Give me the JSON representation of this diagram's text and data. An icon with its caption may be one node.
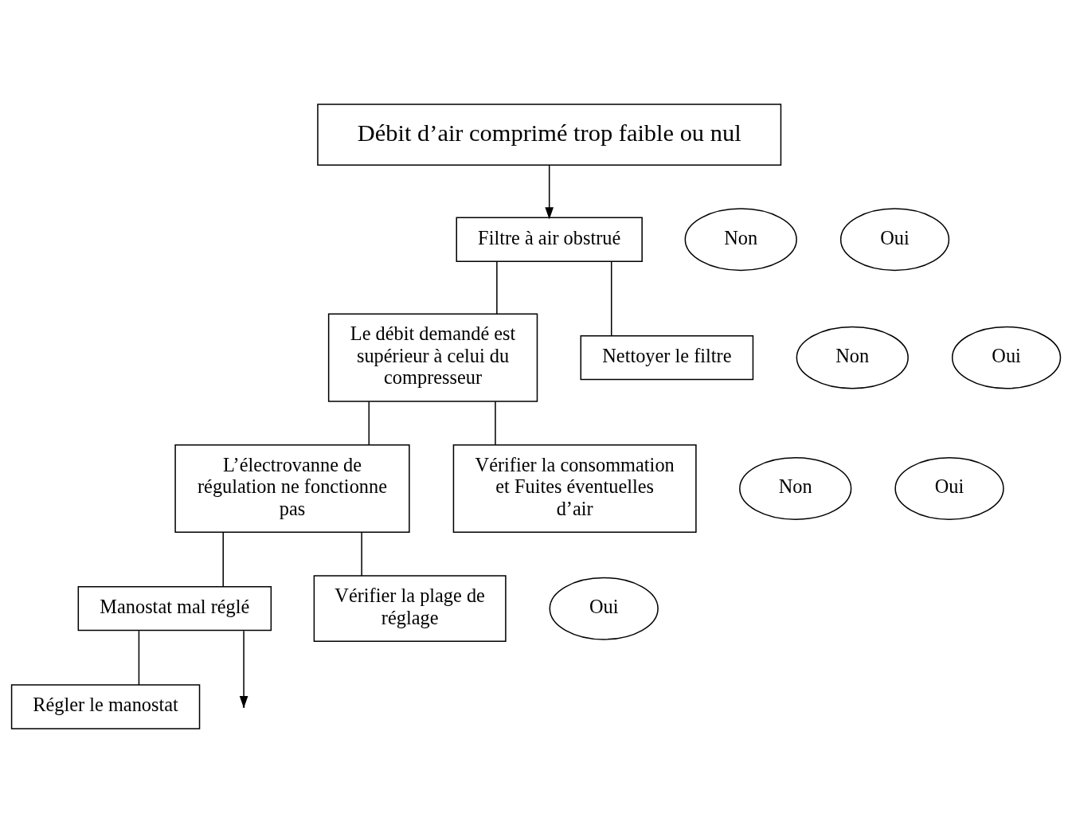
{
  "diagram": {
    "nodes": [
      {
        "text": [
          "Débit d’air comprimé trop faible ou nul"
        ]
      },
      {
        "text": [
          "Non"
        ]
      },
      {
        "text": [
          "Filtre à air obstrué"
        ]
      },
      {
        "text": [
          "Oui"
        ]
      },
      {
        "text": [
          "Non"
        ]
      },
      {
        "text": [
          "Le débit demandé est supérieur à celui du compresseur"
        ]
      },
      {
        "text": [
          "Oui"
        ]
      },
      {
        "text": [
          "Nettoyer le filtre"
        ]
      },
      {
        "text": [
          "Non"
        ]
      },
      {
        "text": [
          "L’électrovanne de régulation ne fonctionne pas"
        ]
      },
      {
        "text": [
          "Oui"
        ]
      },
      {
        "text": [
          "Vérifier la consommation et Fuites éventuelles d’air"
        ]
      },
      {
        "text": [
          "Manostat mal réglé"
        ]
      },
      {
        "text": [
          "Oui"
        ]
      },
      {
        "text": [
          "Vérifier la plage de réglage"
        ]
      },
      {
        "text": [
          "Régler le manostat"
        ]
      }
    ],
    "edges": [
      {
        "from": 0,
        "to": 2,
        "arrow": "to"
      },
      {
        "from": 2,
        "to": 5,
        "arrow": "none"
      },
      {
        "from": 2,
        "to": 7,
        "arrow": "none"
      },
      {
        "from": 5,
        "to": 9,
        "arrow": "none"
      },
      {
        "from": 5,
        "to": 11,
        "arrow": "none"
      },
      {
        "from": 9,
        "to": 12,
        "arrow": "none"
      },
      {
        "from": 9,
        "to": 14,
        "arrow": "none"
      },
      {
        "from": 12,
        "to": 15,
        "arrow": "none"
      },
      {
        "from": 12,
        "to": null,
        "arrow": "to"
      }
    ]
  }
}
